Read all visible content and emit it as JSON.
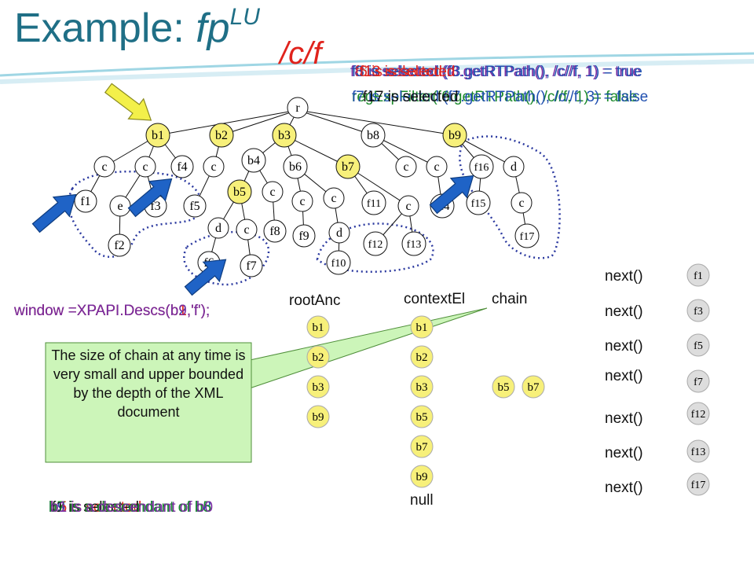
{
  "title": {
    "main": "Example: ",
    "fp": "fp",
    "sup": "LU",
    "path": "/c/f"
  },
  "top_overlays": [
    "f8 is selected (f8.getRTPath(), /c//f, 1) = true",
    "f5 is selected",
    "f3 is selected (f3.getRTPath(), /c//f, 1) = true",
    "regExpFilter(f6.getRTPath(), /c//f, 1) = false",
    "f7 is selected (f7.getRTPath(), /c//f, 3) = false",
    "f13 is selected",
    "f17 is selected"
  ],
  "bottom_overlays": [
    "b9 is a descendant of b8",
    "b5 is selected",
    "f1 is selected",
    "b7 is a descendant of b5",
    "b1 is a descendant of b0"
  ],
  "window_overlays": [
    "window =XPAPI.Descs(b2,'f');",
    "window =XPAPI.Descs(b1,'f');",
    "window =XPAPI.Descs(b9,'f');"
  ],
  "columns": {
    "rootAnc": "rootAnc",
    "contextEl": "contextEl",
    "chain": "chain"
  },
  "rootAnc": [
    "b1",
    "b2",
    "b3",
    "b9"
  ],
  "contextEl": [
    "b1",
    "b2",
    "b3",
    "b5",
    "b7",
    "b9"
  ],
  "contextEl_end": "null",
  "chain": [
    "b5",
    "b7"
  ],
  "next_label": "next()",
  "next_results": [
    "f1",
    "f3",
    "f5",
    "f7",
    "f12",
    "f13",
    "f17"
  ],
  "callout": "The size of chain at any time is very small and upper bounded by the depth of the XML document",
  "tree": {
    "r": "r",
    "level1": [
      "b1",
      "b2",
      "b3",
      "b8",
      "b9"
    ],
    "nodes": {
      "c1": "c",
      "c2": "c",
      "f4": "f4",
      "c3": "c",
      "b4": "b4",
      "b6": "b6",
      "b7": "b7",
      "c4": "c",
      "c5": "c",
      "f16": "f16",
      "d1": "d",
      "f1": "f1",
      "e": "e",
      "f3": "f3",
      "f5": "f5",
      "b5": "b5",
      "c6": "c",
      "c7": "c",
      "c8": "c",
      "f11": "f11",
      "c9": "c",
      "f14": "f14",
      "f15": "f15",
      "c10": "c",
      "f2": "f2",
      "d2": "d",
      "c11": "c",
      "f8": "f8",
      "f9": "f9",
      "d3": "d",
      "f12": "f12",
      "f13": "f13",
      "f17": "f17",
      "f6": "f6",
      "f7": "f7",
      "f10": "f10"
    }
  },
  "colors": {
    "title": "#1f6f86",
    "highlight": "#f7f07a",
    "node": "#ffffff",
    "arrow_blue": "#1f63c6",
    "arrow_yellow": "#f3f04a",
    "callout": "#ccf5b9"
  }
}
